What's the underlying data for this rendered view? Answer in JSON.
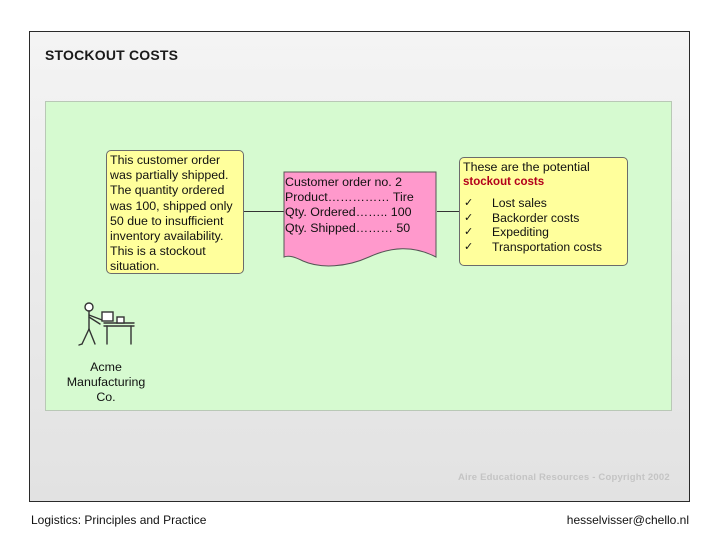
{
  "slide": {
    "title": "STOCKOUT COSTS",
    "left_note": {
      "lines": [
        "This customer order",
        "was partially shipped.",
        "The quantity ordered",
        "was 100, shipped only",
        "50 due to insufficient",
        "inventory availability.",
        "This is a stockout",
        "situation."
      ]
    },
    "order_document": {
      "lines": [
        "Customer order no. 2",
        "Product…………… Tire",
        "Qty. Ordered…….. 100",
        "Qty. Shipped……… 50"
      ],
      "color": "#ff99cc"
    },
    "right_note": {
      "headline": "These are the potential",
      "emphasis": "stockout costs",
      "emphasis_color": "#b3001b",
      "check_icon": "✓",
      "items": [
        "Lost sales",
        "Backorder costs",
        "Expediting",
        "Transportation costs"
      ]
    },
    "company": {
      "lines": [
        "Acme",
        "Manufacturing",
        "Co."
      ],
      "icon": "worker-at-bench-icon"
    },
    "copyright": "Aire Educational Resources - Copyright 2002",
    "panel_color": "#d6fad0",
    "note_color": "#ffff9c"
  },
  "footer": {
    "left": "Logistics: Principles and Practice",
    "right": "hesselvisser@chello.nl"
  }
}
